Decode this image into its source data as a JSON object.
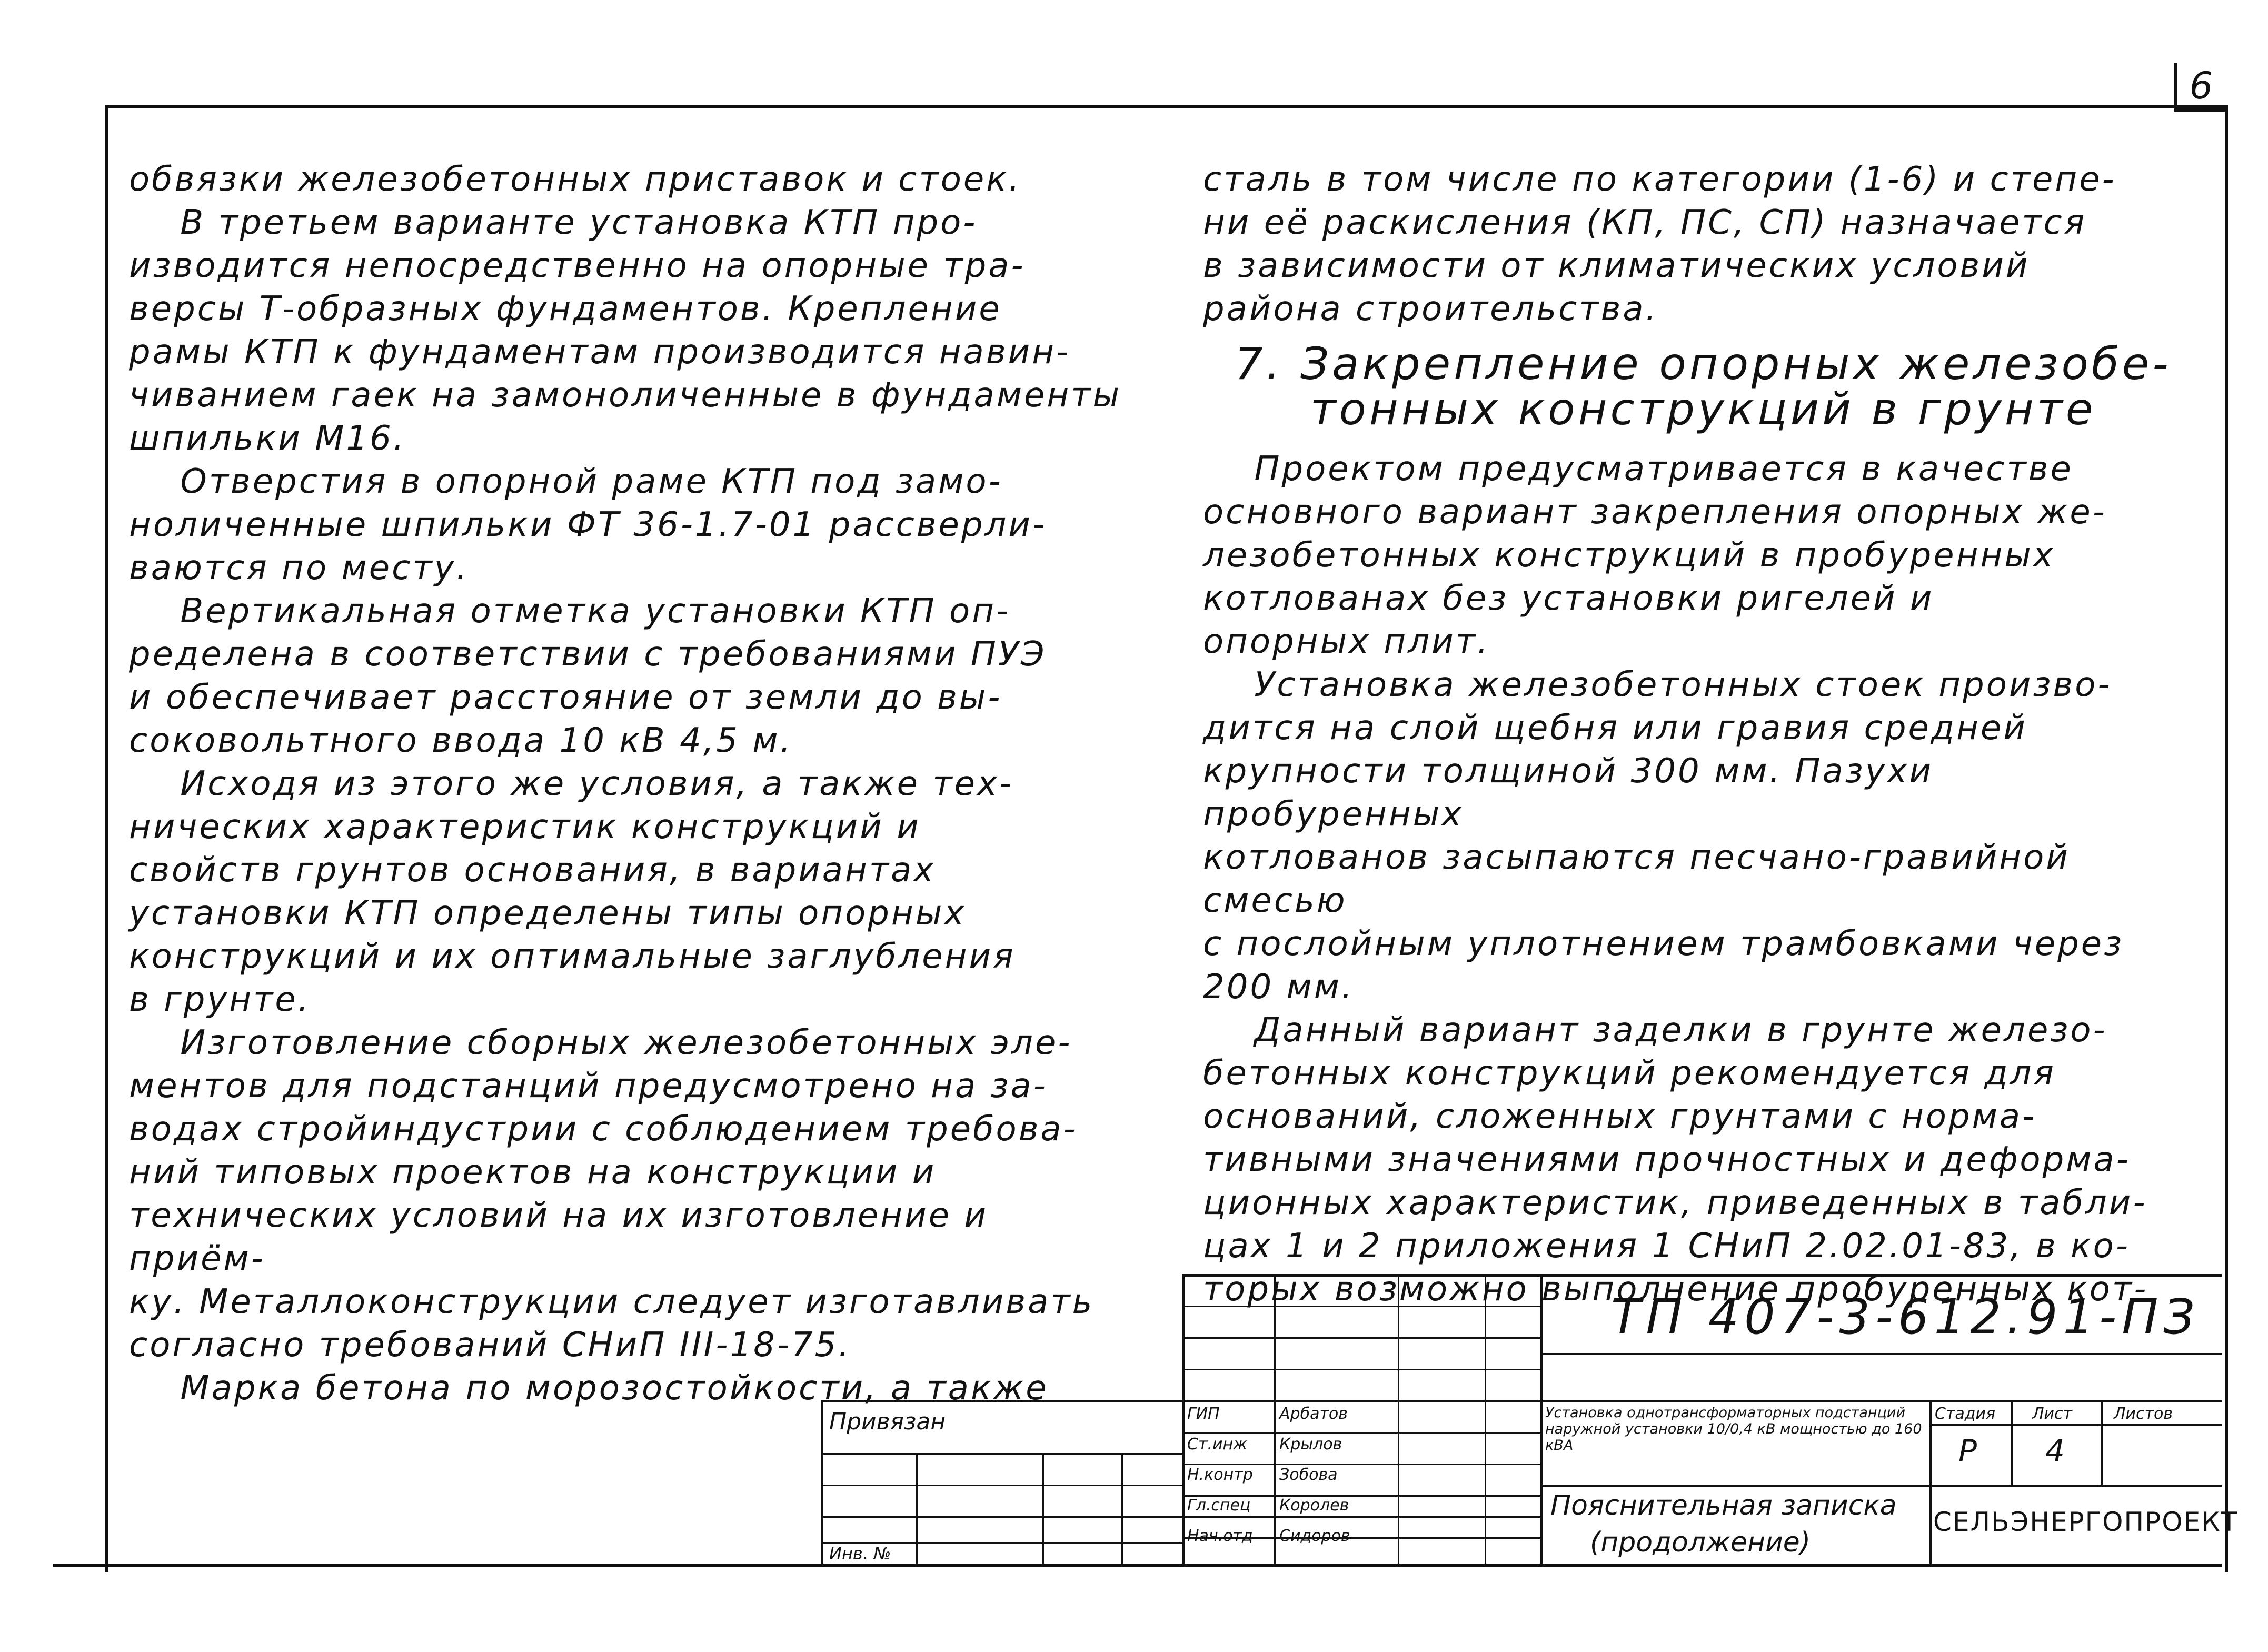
{
  "sheet_number": "6",
  "left_column": [
    "обвязки железобетонных приставок и стоек.",
    "    В третьем варианте установка КТП про-",
    "изводится непосредственно на опорные тра-",
    "версы Т-образных фундаментов. Крепление",
    "рамы КТП к фундаментам производится навин-",
    "чиванием гаек на замоноличенные в фундаменты",
    "шпильки М16.",
    "    Отверстия в опорной раме КТП под замо-",
    "ноличенные шпильки ФТ 36-1.7-01 рассверли-",
    "ваются по месту.",
    "    Вертикальная отметка установки КТП оп-",
    "ределена в соответствии с требованиями ПУЭ",
    "и обеспечивает расстояние от земли до вы-",
    "соковольтного ввода 10 кВ 4,5 м.",
    "    Исходя из этого же условия, а также тех-",
    "нических характеристик конструкций и",
    "свойств грунтов основания, в вариантах",
    "установки КТП определены типы опорных",
    "конструкций и их оптимальные заглубления",
    "в грунте.",
    "    Изготовление сборных железобетонных эле-",
    "ментов для подстанций предусмотрено на за-",
    "водах стройиндустрии с соблюдением требова-",
    "ний типовых проектов на конструкции и",
    "технических условий на их изготовление и приём-",
    "ку. Металлоконструкции следует изготавливать",
    "согласно требований СНиП III-18-75.",
    "    Марка бетона по морозостойкости, а также"
  ],
  "right_column_top": [
    "сталь в том числе по категории (1-6) и степе-",
    "ни её раскисления (КП, ПС, СП) назначается",
    "в зависимости от климатических условий",
    "района строительства."
  ],
  "section_heading": [
    "7. Закрепление опорных железобе-",
    "тонных конструкций в грунте"
  ],
  "right_column_bottom": [
    "    Проектом предусматривается в качестве",
    "основного вариант закрепления опорных же-",
    "лезобетонных конструкций в пробуренных",
    "котлованах без установки ригелей и",
    "опорных плит.",
    "    Установка железобетонных стоек произво-",
    "дится на слой щебня или гравия средней",
    "крупности толщиной 300 мм. Пазухи пробуренных",
    "котлованов засыпаются песчано-гравийной смесью",
    "с послойным уплотнением трамбовками через",
    "200 мм.",
    "    Данный вариант заделки в грунте железо-",
    "бетонных конструкций рекомендуется для",
    "оснований, сложенных грунтами с норма-",
    "тивными значениями прочностных и деформа-",
    "ционных характеристик, приведенных в табли-",
    "цах 1 и 2 приложения 1 СНиП 2.02.01-83, в ко-",
    "торых возможно выполнение пробуренных кот-"
  ],
  "title_block": {
    "doc_code": "ТП 407-3-612.91-ПЗ",
    "privyazan_label": "Привязан",
    "inv_label": "Инв. №",
    "roles": [
      "ГИП",
      "Ст.инж",
      "Н.контр",
      "Гл.спец",
      "Нач.отд"
    ],
    "names": [
      "Арбатов",
      "Крылов",
      "Зобова",
      "Королев",
      "Сидоров"
    ],
    "project_title": "Установка однотрансформаторных подстанций наружной установки 10/0,4 кВ мощностью до 160 кВА",
    "sheet_title_1": "Пояснительная записка",
    "sheet_title_2": "(продолжение)",
    "stage_label": "Стадия",
    "sheet_label": "Лист",
    "sheets_label": "Листов",
    "stage": "Р",
    "sheet": "4",
    "organization": "СЕЛЬЭНЕРГОПРОЕКТ"
  }
}
